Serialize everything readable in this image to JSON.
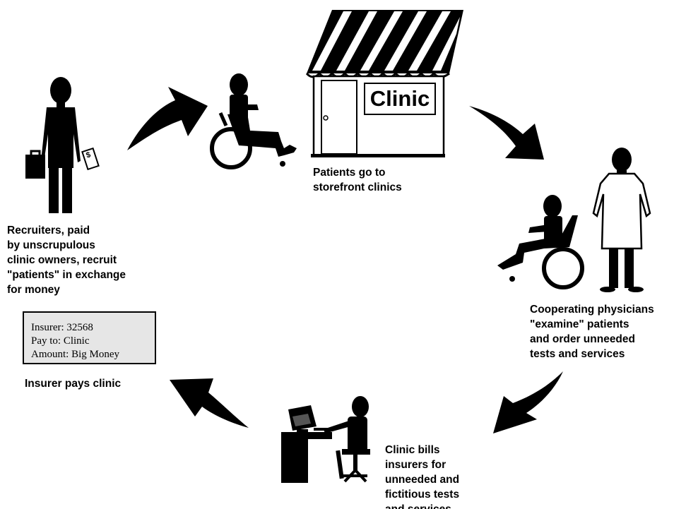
{
  "diagram": {
    "recruiters_caption": [
      "Recruiters, paid",
      "by unscrupulous",
      "clinic owners, recruit",
      "\"patients\" in exchange",
      "for money"
    ],
    "patients_caption": [
      "Patients go to",
      "storefront clinics"
    ],
    "physicians_caption": [
      "Cooperating physicians",
      "\"examine\" patients",
      "and order unneeded",
      "tests and services"
    ],
    "bills_caption": [
      "Clinic bills",
      "insurers for",
      "unneeded and",
      "fictitious tests",
      "and services"
    ],
    "pays_caption": "Insurer pays clinic",
    "clinic_sign": "Clinic",
    "check": {
      "insurer": "Insurer: 32568",
      "pay_to": "Pay to: Clinic",
      "amount": "Amount: Big Money"
    },
    "money_symbol": "$"
  }
}
